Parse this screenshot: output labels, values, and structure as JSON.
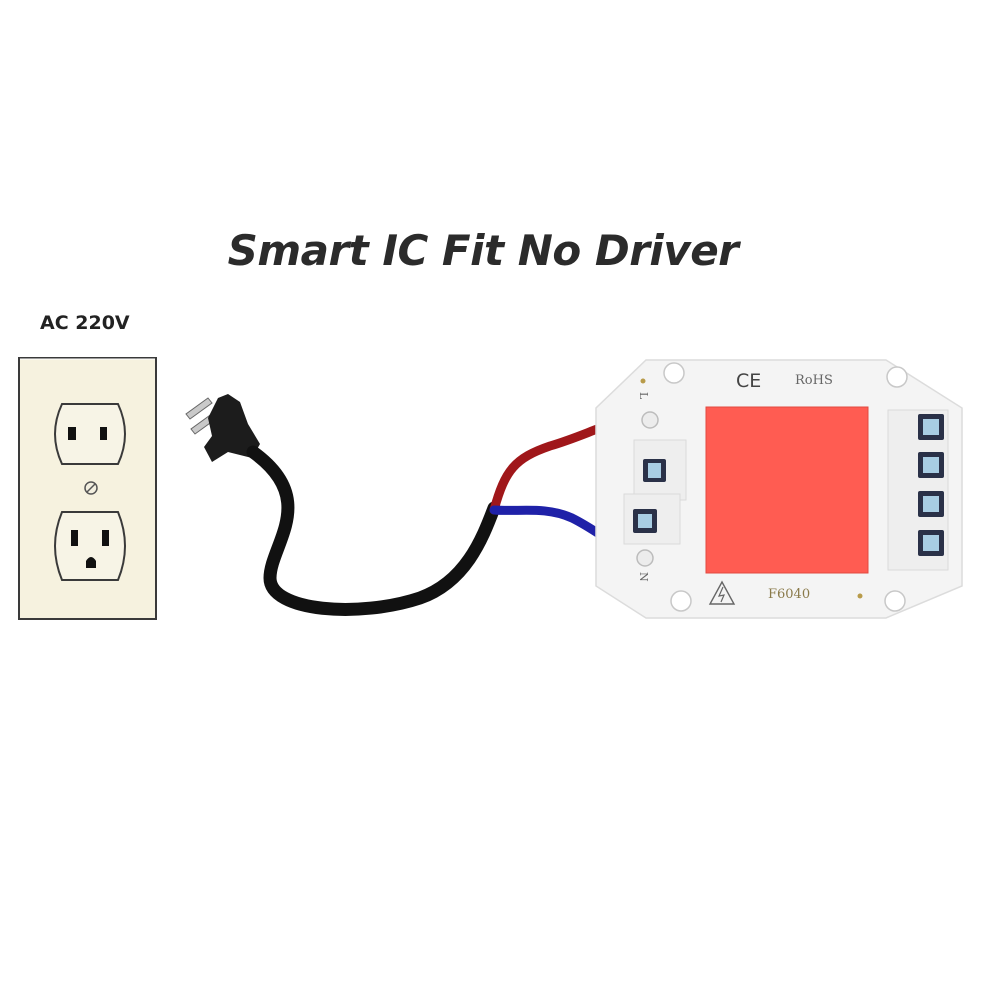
{
  "headline": "Smart IC Fit No Driver",
  "outlet_label": "AC 220V",
  "board": {
    "ce_mark": "CE",
    "rohs_mark": "RoHS",
    "model": "F6040",
    "live_terminal": "L",
    "neutral_terminal": "N"
  },
  "colors": {
    "live_wire": "#a0171a",
    "neutral_wire": "#1f21a8",
    "led_emitter": "#ff5c52",
    "outlet_plate": "#f6f2df",
    "board": "#f4f4f4"
  },
  "icons": {
    "outlet": "duplex-outlet-icon",
    "plug": "power-plug-icon",
    "high_voltage_warning": "high-voltage-warning-icon"
  }
}
